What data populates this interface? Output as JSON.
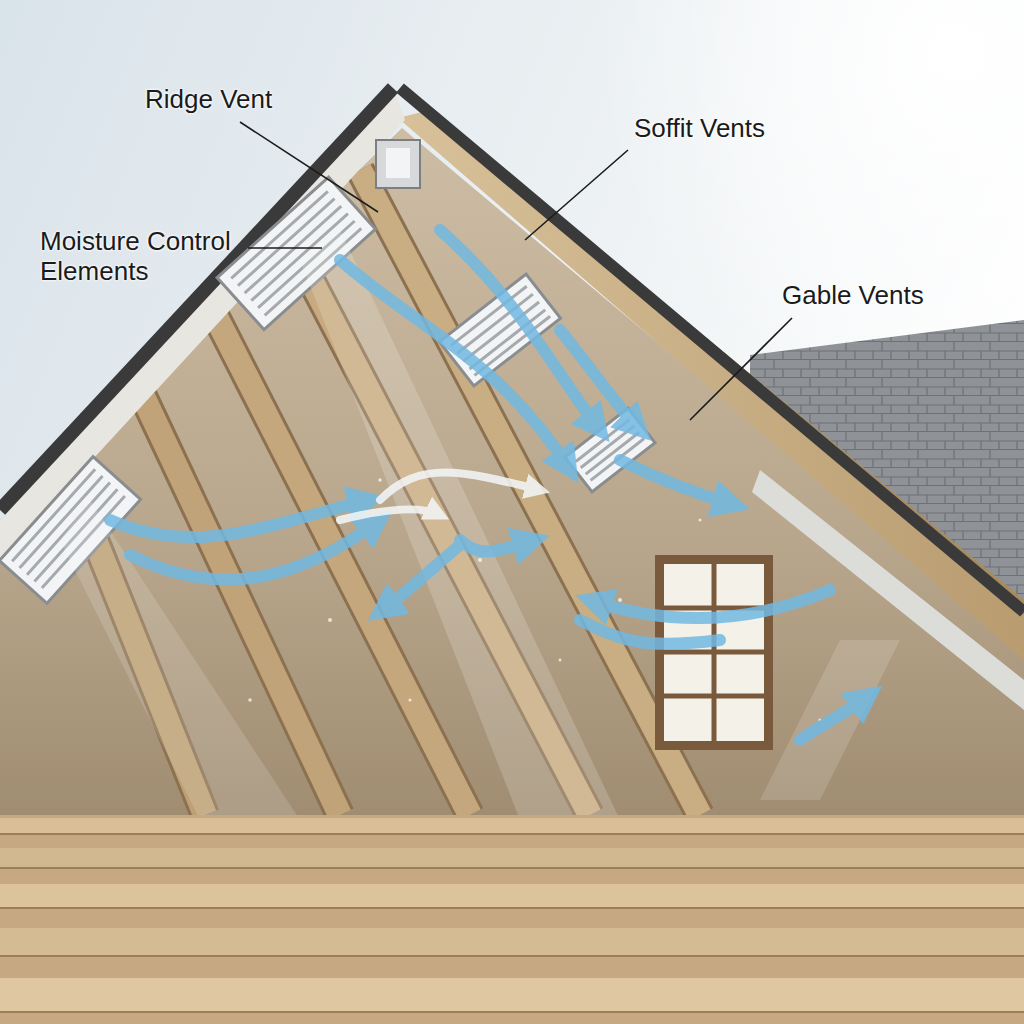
{
  "diagram": {
    "labels": [
      "Ridge Vent",
      "Soffit Vents",
      "Moisture Control Elements",
      "Gable Vents"
    ]
  }
}
